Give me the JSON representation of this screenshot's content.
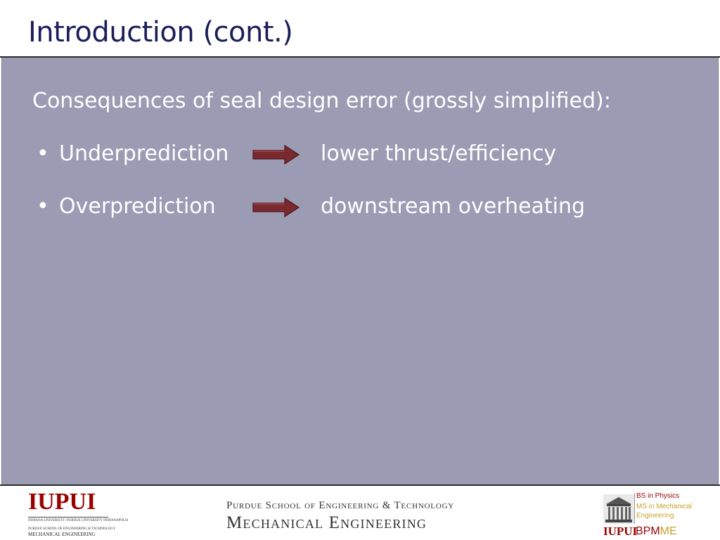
{
  "slide": {
    "title": "Introduction (cont.)",
    "intro": "Consequences of seal design error (grossly simplified):",
    "bullet_glyph": "•",
    "bullets": [
      {
        "term": "Underprediction",
        "result": "lower thrust/efficiency"
      },
      {
        "term": "Overprediction",
        "result": "downstream overheating"
      }
    ]
  },
  "footer": {
    "left_logo": {
      "mark": "IUPUI",
      "sub1": "INDIANA UNIVERSITY–PURDUE UNIVERSITY INDIANAPOLIS",
      "sub2": "PURDUE SCHOOL OF ENGINEERING & TECHNOLOGY",
      "sub3": "MECHANICAL ENGINEERING"
    },
    "school": "Purdue School of Engineering & Technology",
    "department": "Mechanical Engineering",
    "right_logo": {
      "line1": "BS in Physics",
      "line2": "MS in Mechanical",
      "line3": "Engineering",
      "mark": "IUPUI",
      "word_bp": "BPM",
      "word_me": "ME"
    }
  },
  "colors": {
    "title": "#1a1f5a",
    "panel": "#9b9bb4",
    "arrow": "#7a2a2e",
    "iupui_red": "#990000",
    "gold": "#c9a227"
  },
  "icons": {
    "arrow": "right-arrow-icon",
    "building": "building-icon"
  }
}
